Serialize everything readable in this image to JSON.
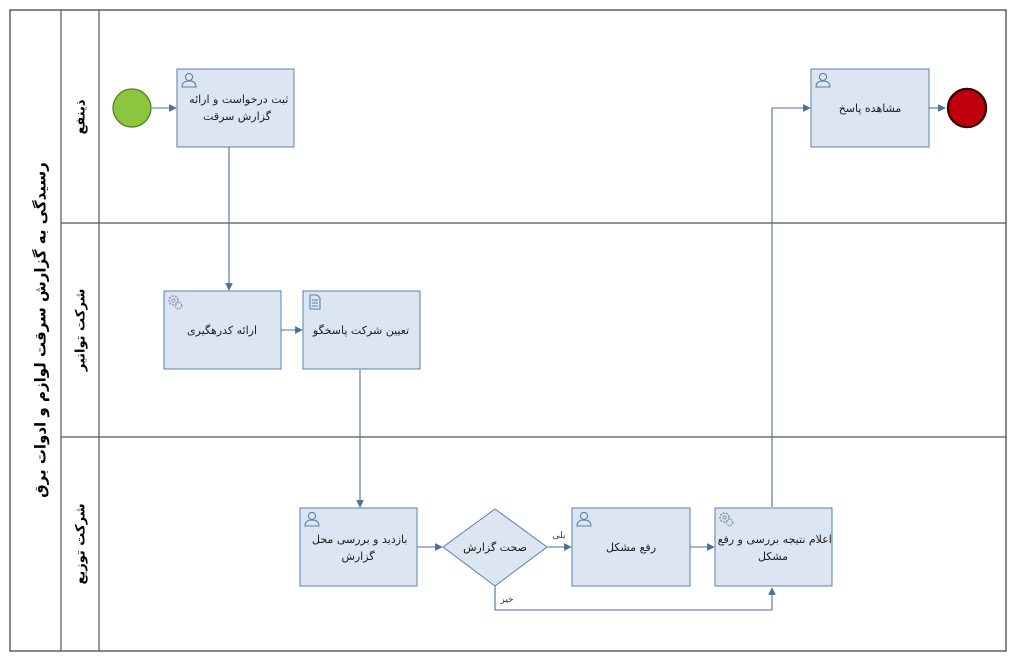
{
  "pool": {
    "title": "رسیدگی به گزارش سرقت لوازم و ادوات برق"
  },
  "lanes": [
    {
      "id": "lane-1",
      "label": "ذینفع"
    },
    {
      "id": "lane-2",
      "label": "شرکت توانیر"
    },
    {
      "id": "lane-3",
      "label": "شرکت توزیع"
    }
  ],
  "tasks": {
    "submit_request": {
      "lines": [
        "ثبت درخواست و ارائه",
        "گزارش سرقت"
      ],
      "icon": "user-icon"
    },
    "view_response": {
      "lines": [
        "مشاهده پاسخ"
      ],
      "icon": "user-icon"
    },
    "issue_tracking_code": {
      "lines": [
        "ارائه کدرهگیری"
      ],
      "icon": "gear-icon"
    },
    "assign_company": {
      "lines": [
        "تعیین شرکت پاسخگو"
      ],
      "icon": "document-icon"
    },
    "site_inspection": {
      "lines": [
        "بازدید و بررسی محل",
        "گزارش"
      ],
      "icon": "user-icon"
    },
    "fix_problem": {
      "lines": [
        "رفع مشکل"
      ],
      "icon": "user-icon"
    },
    "announce_result": {
      "lines": [
        "اعلام نتیجه بررسی و رفع",
        "مشکل"
      ],
      "icon": "gear-icon"
    }
  },
  "gateway": {
    "label": "صحت گزارش",
    "yes_label": "بلی",
    "no_label": "خیر"
  },
  "colors": {
    "task_fill": "#dce6f2",
    "task_stroke": "#5b7fa8",
    "arrow": "#4a70a0",
    "start_fill": "#8cc63f",
    "end_fill": "#c0000c",
    "lane_line": "#555555"
  }
}
